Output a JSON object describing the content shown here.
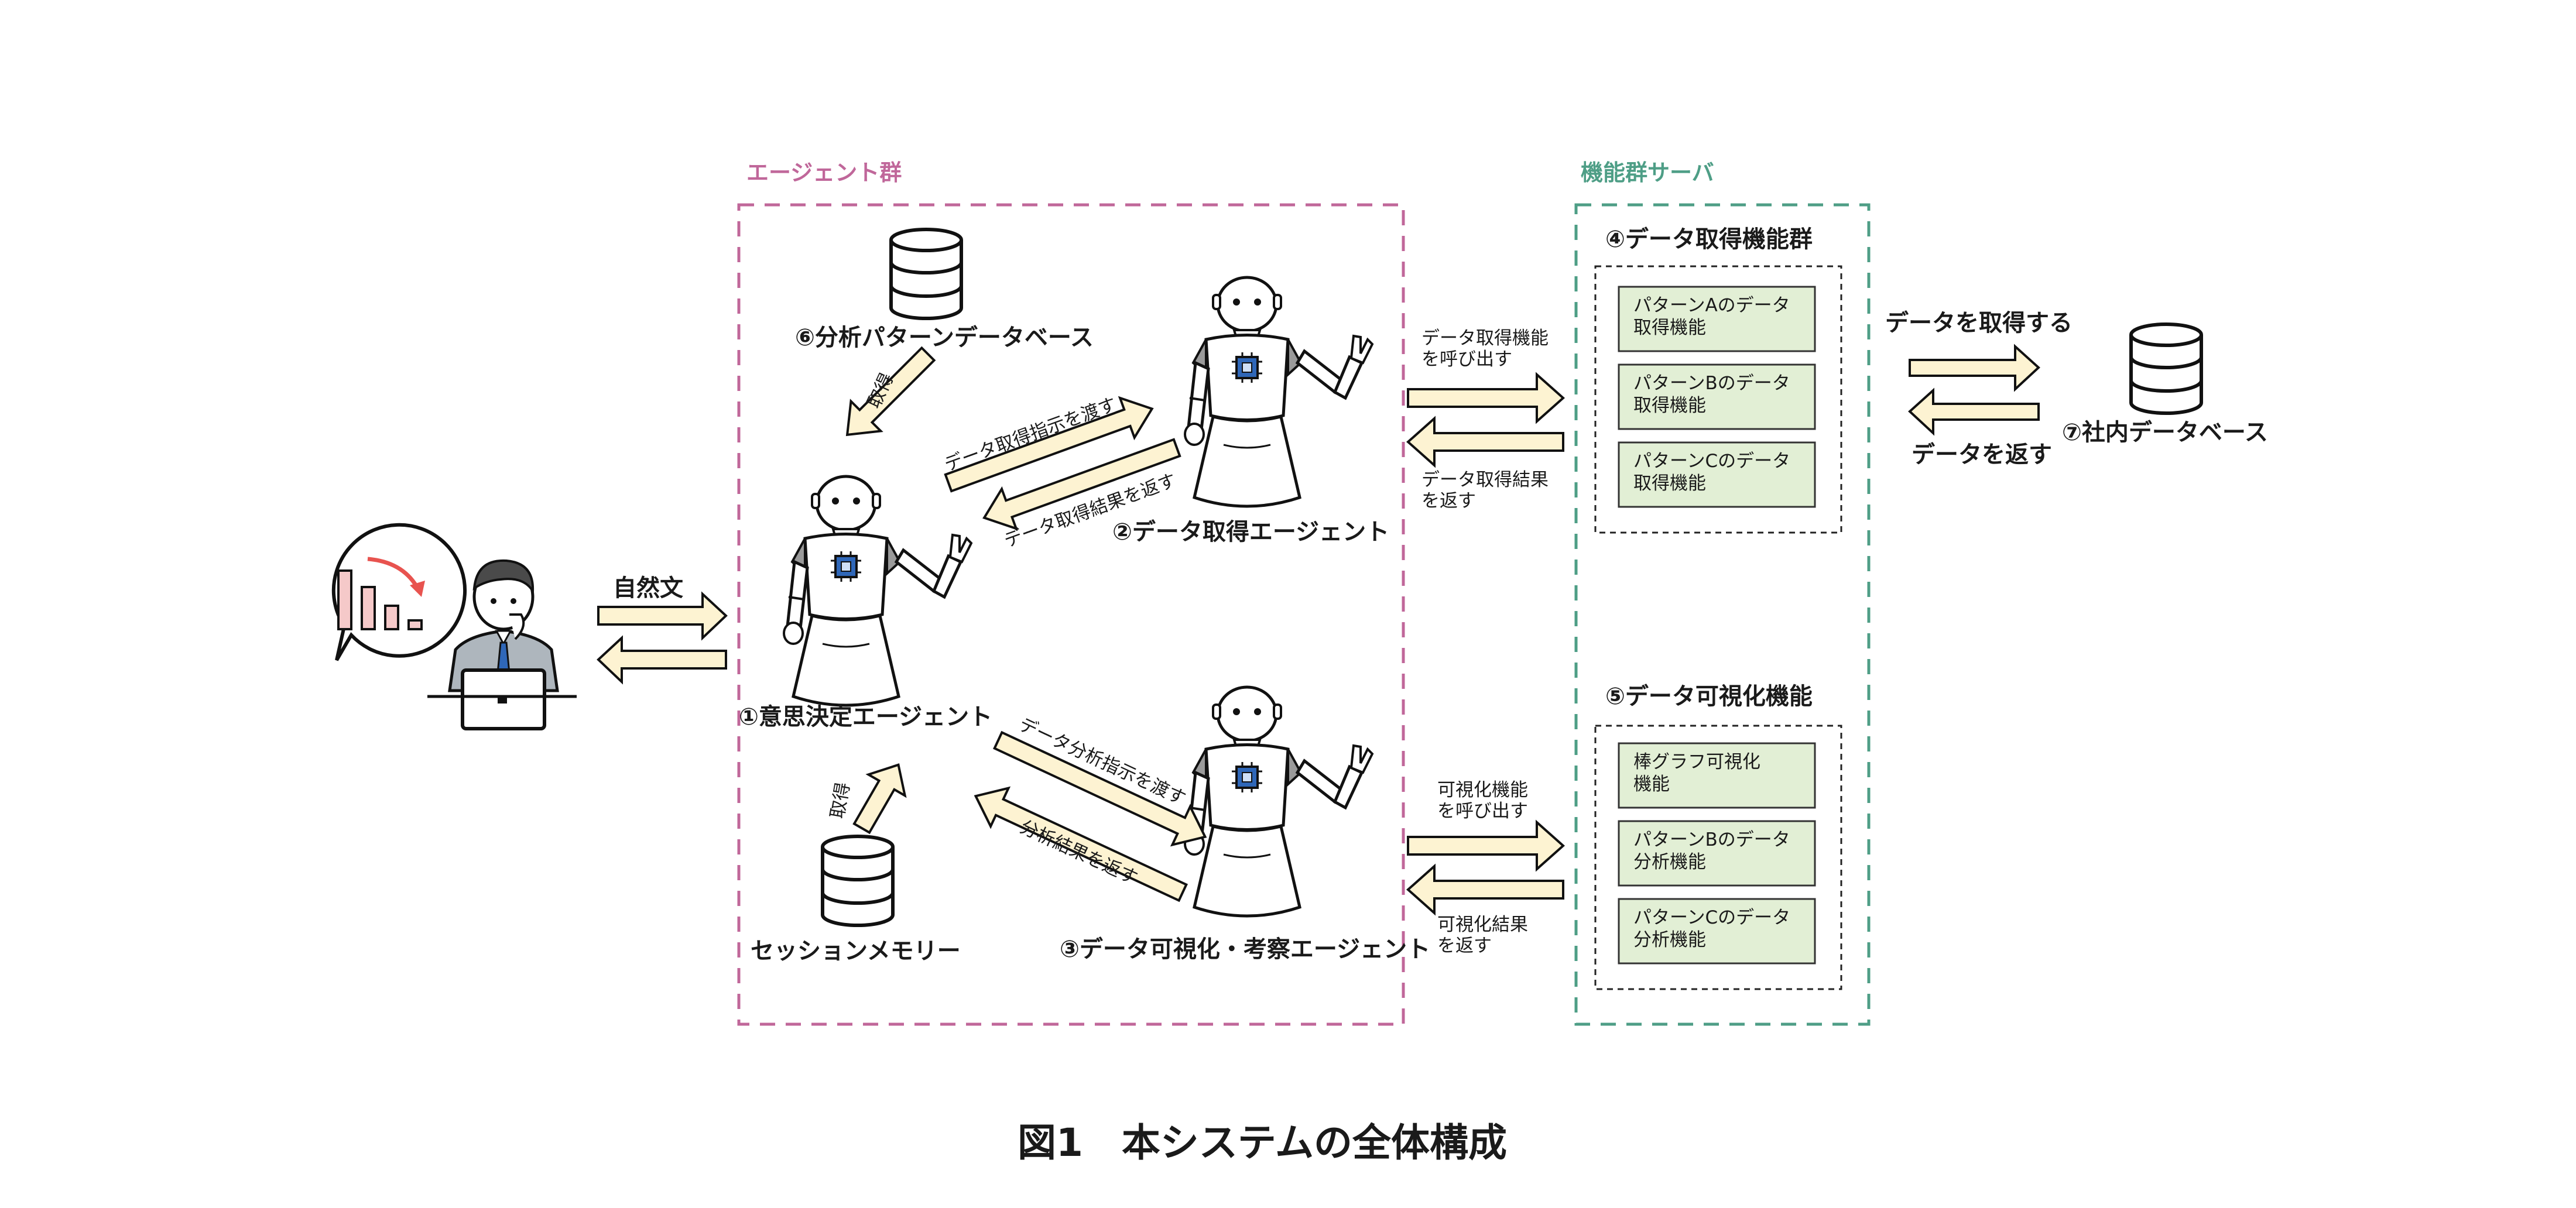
{
  "groups": {
    "agents_title": "エージェント群",
    "server_title": "機能群サーバ",
    "agent_color": "#c0679a",
    "server_color": "#4e9e86"
  },
  "nodes": {
    "decision_agent": "①意思決定エージェント",
    "data_agent": "②データ取得エージェント",
    "visual_agent": "③データ可視化・考察エージェント",
    "data_functions_title": "④データ取得機能群",
    "visual_functions_title": "⑤データ可視化機能",
    "pattern_db": "⑥分析パターンデータベース",
    "company_db": "⑦社内データベース",
    "session_memory": "セッションメモリー"
  },
  "data_functions": [
    [
      "パターンAのデータ",
      "取得機能"
    ],
    [
      "パターンBのデータ",
      "取得機能"
    ],
    [
      "パターンCのデータ",
      "取得機能"
    ]
  ],
  "visual_functions": [
    [
      "棒グラフ可視化",
      "機能"
    ],
    [
      "パターンBのデータ",
      "分析機能"
    ],
    [
      "パターンCのデータ",
      "分析機能"
    ]
  ],
  "edges": {
    "natural_language": "自然文",
    "get_from_pattern_db": "取得",
    "get_from_memory": "取得",
    "send_data_instruction": "データ取得指示を渡す",
    "return_data_result": "データ取得結果を返す",
    "send_analysis_instruction": "データ分析指示を渡す",
    "return_analysis_result": "分析結果を返す",
    "call_data_function": [
      "データ取得機能",
      "を呼び出す"
    ],
    "return_data_function": [
      "データ取得結果",
      "を返す"
    ],
    "call_visual_function": [
      "可視化機能",
      "を呼び出す"
    ],
    "return_visual_function": [
      "可視化結果",
      "を返す"
    ],
    "fetch_data": "データを取得する",
    "return_data": "データを返す"
  },
  "caption": "図1　本システムの全体構成",
  "colors": {
    "arrow_fill": "#fdf3d2",
    "function_box_fill": "#e2efd5",
    "chart_bar_fill": "#f5c9c9",
    "chart_trend": "#e8534f",
    "tie": "#2f67b8"
  }
}
